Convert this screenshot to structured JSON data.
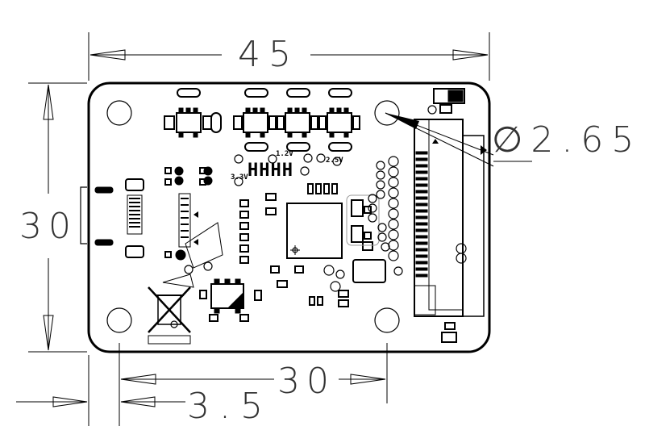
{
  "dimensions": {
    "width": "45",
    "height": "30",
    "hole_spacing": "30",
    "hole_offset": "3.5",
    "hole_diameter": "∅2.65"
  },
  "silkscreen": {
    "v12": "1.2V",
    "v33": "3.3V",
    "v25": "2.5V",
    "hhhh": "HHHH"
  }
}
